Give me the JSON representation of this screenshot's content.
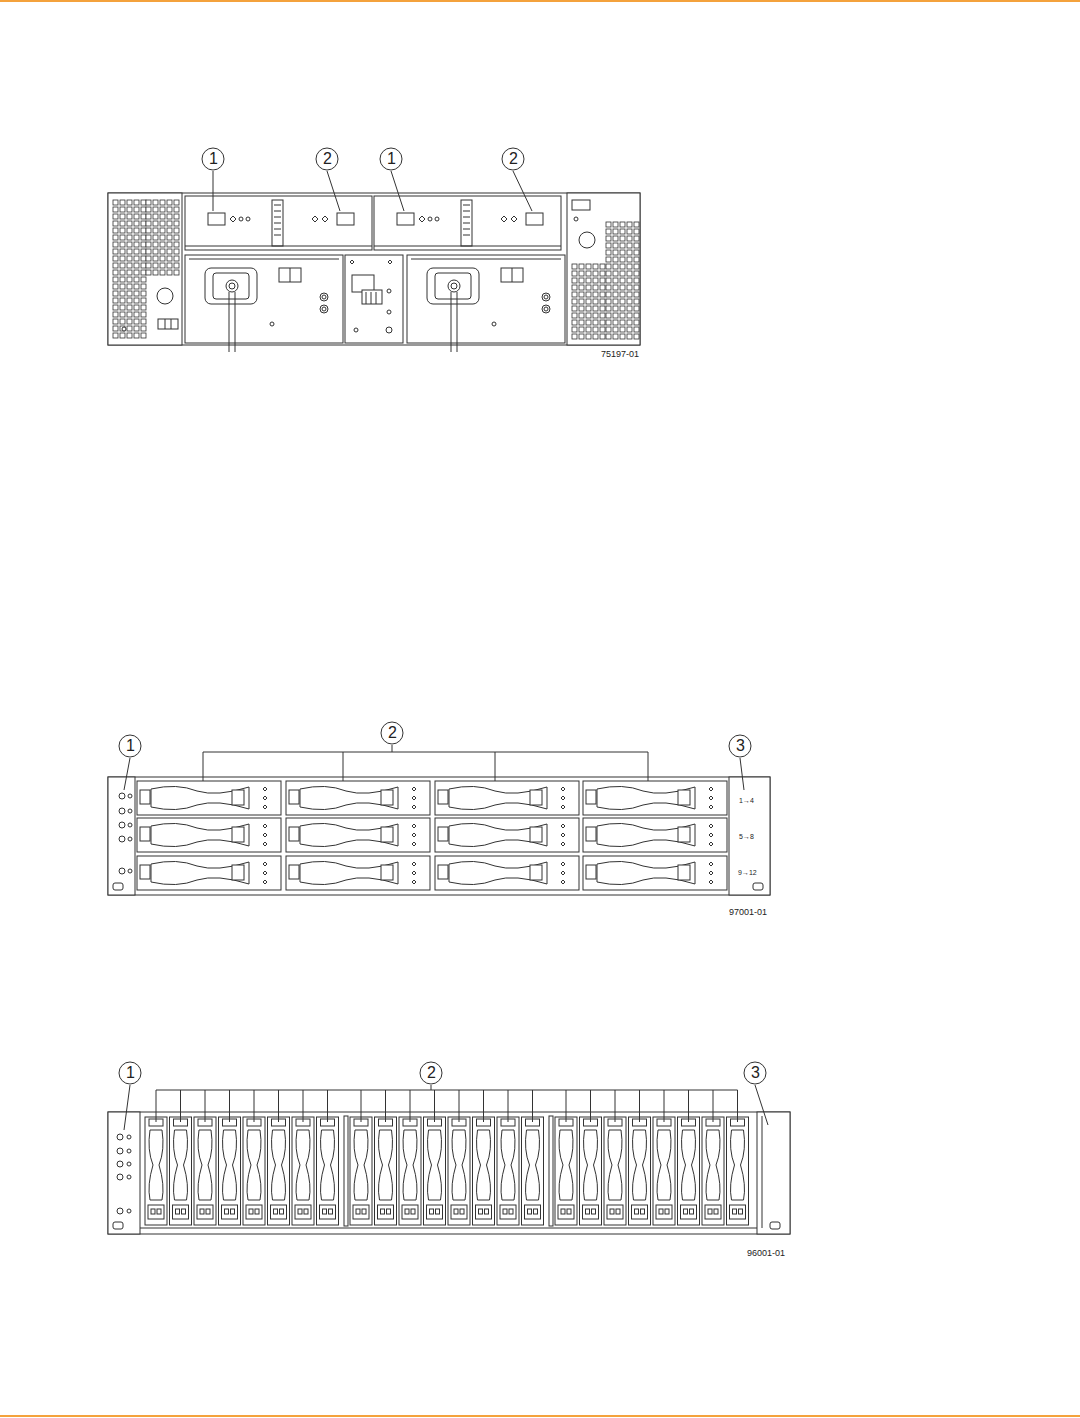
{
  "diagram": {
    "labels": [
      "1",
      "2",
      "1",
      "2",
      "75197-01",
      "1",
      "2",
      "3",
      "1→4",
      "5→8",
      "9→12",
      "97001-01",
      "1",
      "2",
      "3",
      "96001-01"
    ]
  }
}
